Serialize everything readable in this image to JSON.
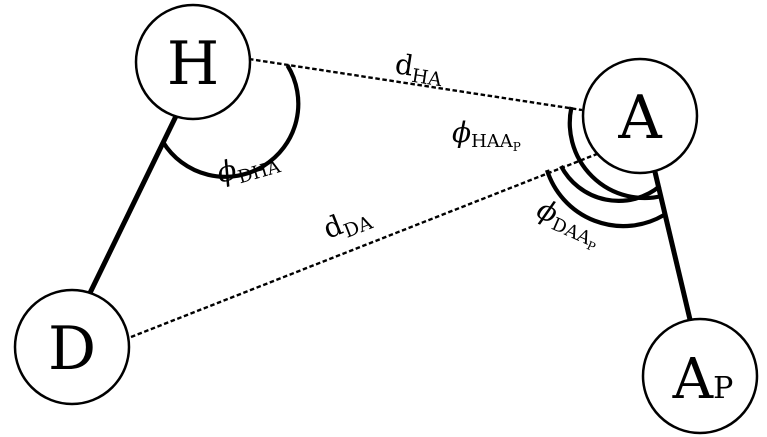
{
  "nodes": {
    "h": {
      "label": "H"
    },
    "a": {
      "label": "A"
    },
    "d": {
      "label": "D"
    },
    "ap": {
      "label": "A",
      "subscript": "P"
    }
  },
  "distances": {
    "d_ha": {
      "symbol": "d",
      "subscript": "HA"
    },
    "d_da": {
      "symbol": "d",
      "subscript": "DA"
    }
  },
  "angles": {
    "phi_dha": {
      "symbol": "ϕ",
      "subscript": "DHA"
    },
    "phi_haap": {
      "symbol": "ϕ",
      "subscript": "HAA",
      "subsubscript": "P"
    },
    "phi_daap": {
      "symbol": "ϕ",
      "subscript": "DAA",
      "subsubscript": "P"
    }
  },
  "colors": {
    "stroke": "#000000",
    "background": "#ffffff"
  }
}
